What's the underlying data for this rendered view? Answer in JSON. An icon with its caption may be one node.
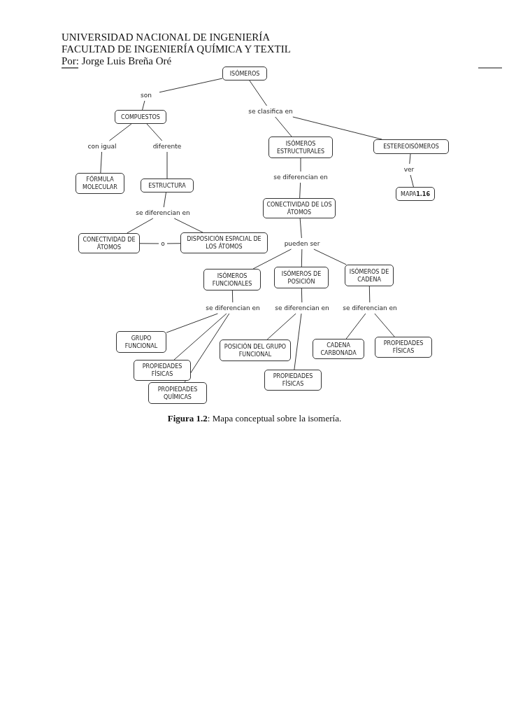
{
  "diagram": {
    "title": "UNIVERSIDAD NACIONAL DE INGENIERÍA",
    "caption": "**Figura 1.2**: Mapa conceptual sobre la isomería.",
    "labels": [
      "FACULTAD DE INGENIERÍA QUÍMICA Y TEXTIL",
      "Por: Jorge Luis Breña Oré"
    ],
    "nodes": [
      {
        "text": [
          "ISÓMEROS"
        ]
      },
      {
        "text": [
          "son"
        ]
      },
      {
        "text": [
          "se clasifica en"
        ]
      },
      {
        "text": [
          "COMPUESTOS"
        ]
      },
      {
        "text": [
          "con igual"
        ]
      },
      {
        "text": [
          "diferente"
        ]
      },
      {
        "text": [
          "ISÓMEROS ESTRUCTURALES"
        ]
      },
      {
        "text": [
          "ESTEREOISÓMEROS"
        ]
      },
      {
        "text": [
          "ver"
        ]
      },
      {
        "text": [
          "se diferencian en"
        ]
      },
      {
        "text": [
          "FÓRMULA MOLECULAR"
        ]
      },
      {
        "text": [
          "ESTRUCTURA"
        ]
      },
      {
        "text": [
          "MAPA**1.16**"
        ]
      },
      {
        "text": [
          "CONECTIVIDAD DE LOS ÁTOMOS"
        ]
      },
      {
        "text": [
          "se diferencian en"
        ]
      },
      {
        "text": [
          "CONECTIVIDAD DE ÁTOMOS"
        ]
      },
      {
        "text": [
          "o"
        ]
      },
      {
        "text": [
          "DISPOSICIÓN ESPACIAL DE LOS ÁTOMOS"
        ]
      },
      {
        "text": [
          "pueden ser"
        ]
      },
      {
        "text": [
          "ISÓMEROS FUNCIONALES"
        ]
      },
      {
        "text": [
          "ISÓMEROS DE POSICIÓN"
        ]
      },
      {
        "text": [
          "ISÓMEROS DE CADENA"
        ]
      },
      {
        "text": [
          "se diferencian en"
        ]
      },
      {
        "text": [
          "se diferencian en"
        ]
      },
      {
        "text": [
          "se diferencian en"
        ]
      },
      {
        "text": [
          "GRUPO FUNCIONAL"
        ]
      },
      {
        "text": [
          "POSICIÓN DEL GRUPO FUNCIONAL"
        ]
      },
      {
        "text": [
          "CADENA CARBONADA"
        ]
      },
      {
        "text": [
          "PROPIEDADES FÍSICAS"
        ]
      },
      {
        "text": [
          "PROPIEDADES FÍSICAS"
        ]
      },
      {
        "text": [
          "PROPIEDADES FÍSICAS"
        ]
      },
      {
        "text": [
          "PROPIEDADES QUÍMICAS"
        ]
      }
    ],
    "edges": [
      {
        "from": 0,
        "to": 1,
        "arrow": "none"
      },
      {
        "from": 1,
        "to": 3,
        "arrow": "none"
      },
      {
        "from": 0,
        "to": 2,
        "arrow": "none"
      },
      {
        "from": 2,
        "to": 6,
        "arrow": "none"
      },
      {
        "from": 2,
        "to": 7,
        "arrow": "none"
      },
      {
        "from": 3,
        "to": 4,
        "arrow": "none"
      },
      {
        "from": 3,
        "to": 5,
        "arrow": "none"
      },
      {
        "from": 4,
        "to": 10,
        "arrow": "none"
      },
      {
        "from": 5,
        "to": 11,
        "arrow": "none"
      },
      {
        "from": 11,
        "to": 14,
        "arrow": "none"
      },
      {
        "from": 14,
        "to": 15,
        "arrow": "none"
      },
      {
        "from": 14,
        "to": 17,
        "arrow": "none"
      },
      {
        "from": 15,
        "to": 16,
        "arrow": "none"
      },
      {
        "from": 16,
        "to": 17,
        "arrow": "none"
      },
      {
        "from": 6,
        "to": 9,
        "arrow": "none"
      },
      {
        "from": 9,
        "to": 13,
        "arrow": "none"
      },
      {
        "from": 7,
        "to": 8,
        "arrow": "none"
      },
      {
        "from": 8,
        "to": 12,
        "arrow": "none"
      },
      {
        "from": 13,
        "to": 18,
        "arrow": "none"
      },
      {
        "from": 18,
        "to": 19,
        "arrow": "none"
      },
      {
        "from": 18,
        "to": 20,
        "arrow": "none"
      },
      {
        "from": 18,
        "to": 21,
        "arrow": "none"
      },
      {
        "from": 19,
        "to": 22,
        "arrow": "none"
      },
      {
        "from": 22,
        "to": 25,
        "arrow": "none"
      },
      {
        "from": 22,
        "to": 29,
        "arrow": "none"
      },
      {
        "from": 22,
        "to": 31,
        "arrow": "none"
      },
      {
        "from": 20,
        "to": 23,
        "arrow": "none"
      },
      {
        "from": 23,
        "to": 26,
        "arrow": "none"
      },
      {
        "from": 23,
        "to": 30,
        "arrow": "none"
      },
      {
        "from": 21,
        "to": 24,
        "arrow": "none"
      },
      {
        "from": 24,
        "to": 27,
        "arrow": "none"
      },
      {
        "from": 24,
        "to": 28,
        "arrow": "none"
      }
    ]
  }
}
